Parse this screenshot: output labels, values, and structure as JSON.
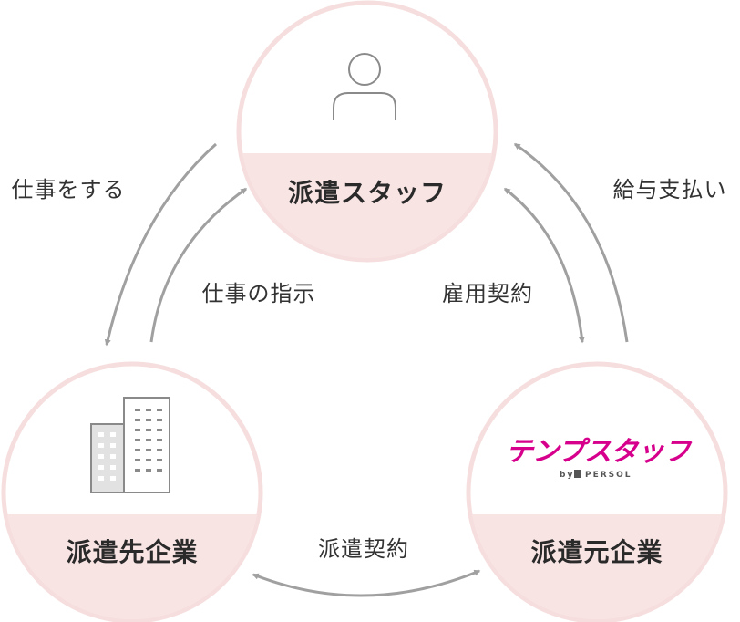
{
  "nodes": {
    "staff": {
      "label": "派遣スタッフ"
    },
    "client": {
      "label": "派遣先企業"
    },
    "agency": {
      "label": "派遣元企業"
    }
  },
  "relations": {
    "work": "仕事をする",
    "instruction": "仕事の指示",
    "employment": "雇用契約",
    "salary": "給与支払い",
    "dispatch_contract": "派遣契約"
  },
  "logo": {
    "main": "テンプスタッフ",
    "sub_by": "by",
    "sub_brand": "PERSOL"
  },
  "colors": {
    "circle_ring": "#f6dede",
    "circle_fill_bottom": "#f9e4e4",
    "arrow": "#a0a0a0",
    "logo_magenta": "#d6008c",
    "icon_stroke": "#8a8a8a"
  }
}
